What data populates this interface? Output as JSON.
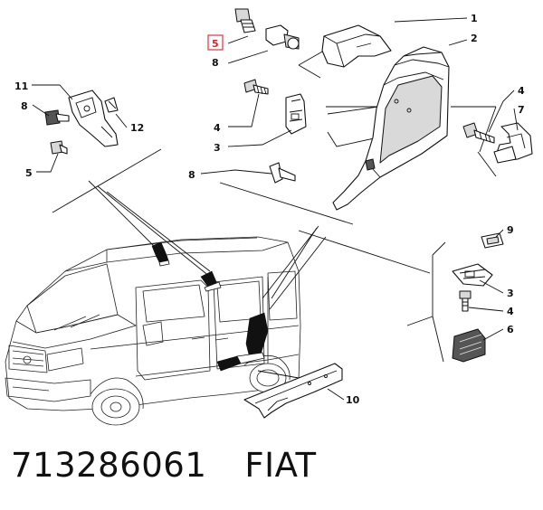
{
  "callouts": {
    "c1": "1",
    "c2": "2",
    "c3a": "3",
    "c3b": "3",
    "c4a": "4",
    "c4b": "4",
    "c4c": "4",
    "c5a": "5",
    "c5b": "5",
    "c6": "6",
    "c7": "7",
    "c8a": "8",
    "c8b": "8",
    "c8c": "8",
    "c9": "9",
    "c10": "10",
    "c11": "11",
    "c12": "12"
  },
  "highlight_color": "#e0202a",
  "footer": {
    "part_number": "713286061",
    "brand": "FIAT"
  }
}
